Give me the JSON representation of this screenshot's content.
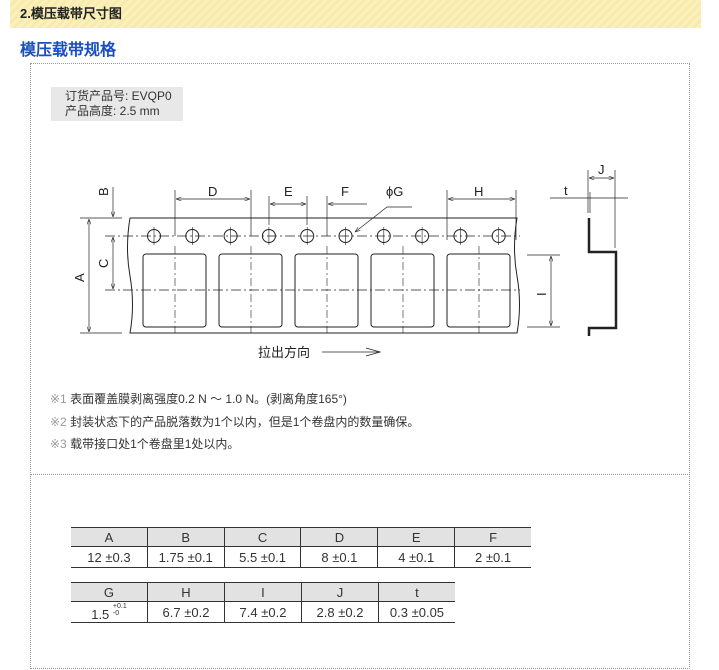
{
  "section_header": "2.模压载带尺寸图",
  "title": "模压载带规格",
  "info": {
    "part_no": "订货产品号: EVQP0",
    "height": "产品高度: 2.5 mm"
  },
  "drawing": {
    "labels": {
      "A": "A",
      "B": "B",
      "C": "C",
      "D": "D",
      "E": "E",
      "F": "F",
      "G": "ϕG",
      "H": "H",
      "I": "I",
      "J": "J",
      "t": "t"
    },
    "direction": "拉出方向"
  },
  "notes": [
    {
      "mark": "※1",
      "text": "表面覆盖膜剥离强度0.2 N ～ 1.0 N。(剥离角度165°)"
    },
    {
      "mark": "※2",
      "text": "封装状态下的产品脱落数为1个以内，但是1个卷盘内的数量确保。"
    },
    {
      "mark": "※3",
      "text": "载带接口处1个卷盘里1处以内。"
    }
  ],
  "table1": {
    "headers": [
      "A",
      "B",
      "C",
      "D",
      "E",
      "F"
    ],
    "values": [
      "12 ±0.3",
      "1.75 ±0.1",
      "5.5 ±0.1",
      "8 ±0.1",
      "4 ±0.1",
      "2 ±0.1"
    ]
  },
  "table2": {
    "headers": [
      "G",
      "H",
      "I",
      "J",
      "t"
    ],
    "values": [
      "1.5",
      "6.7 ±0.2",
      "7.4 ±0.2",
      "2.8 ±0.2",
      "0.3 ±0.05"
    ],
    "g_tol_plus": "+0.1",
    "g_tol_minus": "-0"
  }
}
